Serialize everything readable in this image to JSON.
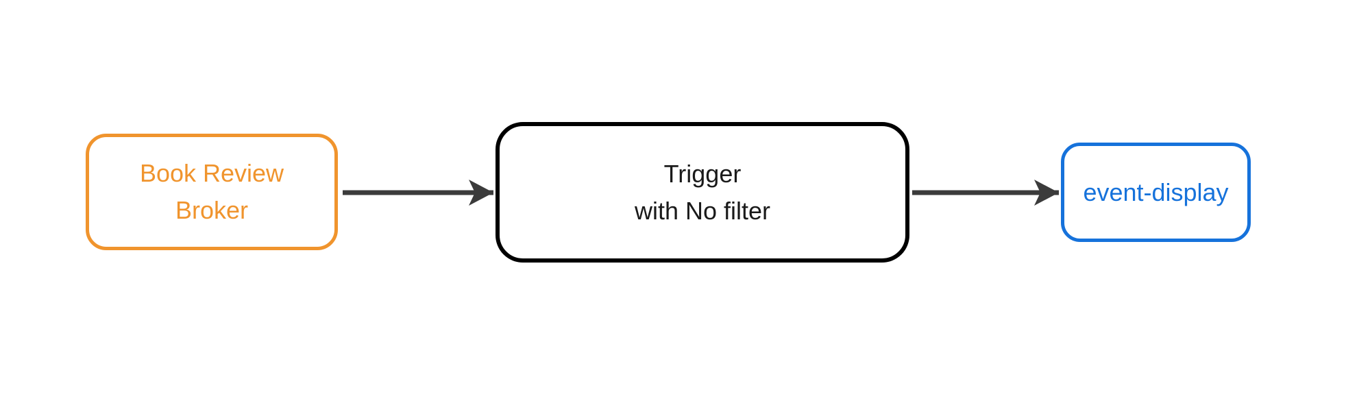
{
  "diagram": {
    "type": "flowchart",
    "direction": "left-to-right",
    "background_color": "#ffffff",
    "nodes": [
      {
        "id": "book-review-broker",
        "label": "Book Review\nBroker",
        "shape": "rounded-rect",
        "border_color": "#F0942D",
        "text_color": "#F0942D"
      },
      {
        "id": "trigger",
        "label": "Trigger\nwith No filter",
        "shape": "rounded-rect",
        "border_color": "#000000",
        "text_color": "#1a1a1a"
      },
      {
        "id": "event-display",
        "label": "event-display",
        "shape": "rounded-rect",
        "border_color": "#1672DB",
        "text_color": "#1672DB"
      }
    ],
    "edges": [
      {
        "from": "book-review-broker",
        "to": "trigger",
        "style": "solid-arrow",
        "color": "#3B3B3B"
      },
      {
        "from": "trigger",
        "to": "event-display",
        "style": "solid-arrow",
        "color": "#3B3B3B"
      }
    ]
  }
}
